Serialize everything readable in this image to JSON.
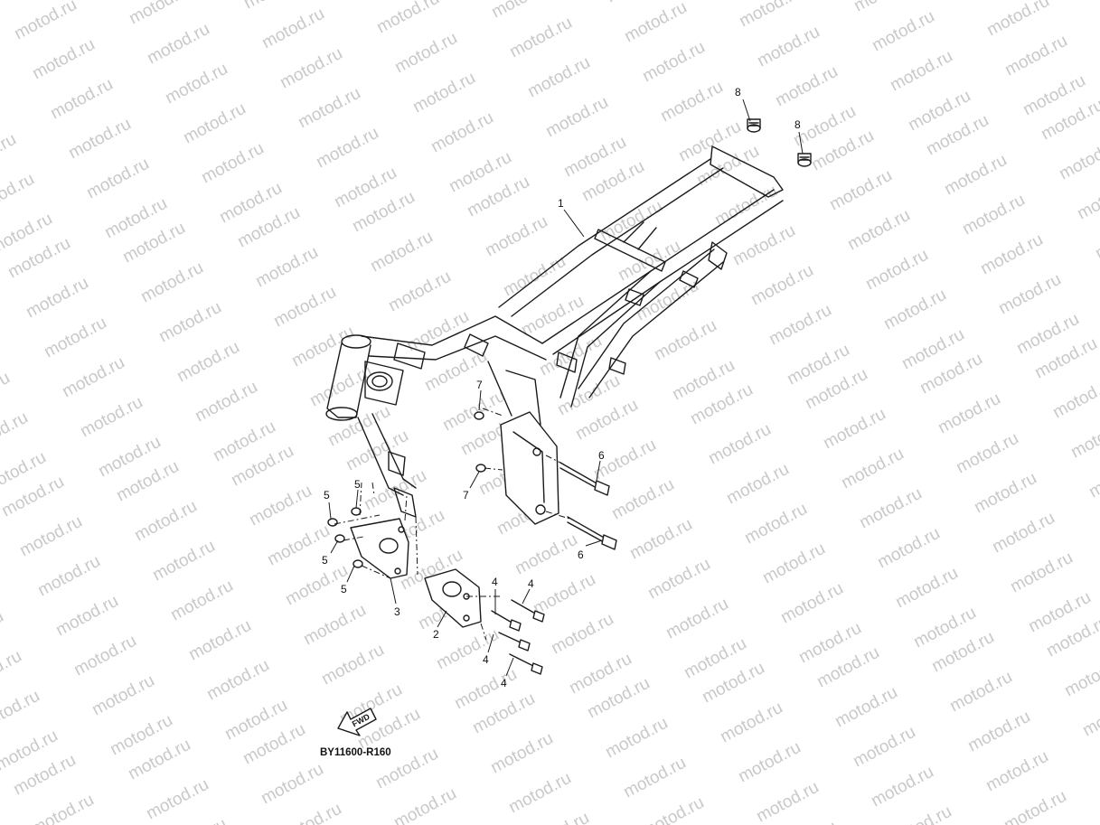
{
  "watermark": {
    "text": "motod.ru",
    "color": "#c9c9c9"
  },
  "diagram": {
    "code": "BY11600-R160",
    "fwd_label": "FWD",
    "line_color": "#1a1a1a",
    "callouts": [
      {
        "id": "1",
        "label": "1"
      },
      {
        "id": "2",
        "label": "2"
      },
      {
        "id": "3",
        "label": "3"
      },
      {
        "id": "4a",
        "label": "4"
      },
      {
        "id": "4b",
        "label": "4"
      },
      {
        "id": "4c",
        "label": "4"
      },
      {
        "id": "4d",
        "label": "4"
      },
      {
        "id": "5a",
        "label": "5"
      },
      {
        "id": "5b",
        "label": "5"
      },
      {
        "id": "5c",
        "label": "5"
      },
      {
        "id": "5d",
        "label": "5"
      },
      {
        "id": "6a",
        "label": "6"
      },
      {
        "id": "6b",
        "label": "6"
      },
      {
        "id": "7a",
        "label": "7"
      },
      {
        "id": "7b",
        "label": "7"
      },
      {
        "id": "8a",
        "label": "8"
      },
      {
        "id": "8b",
        "label": "8"
      }
    ]
  }
}
